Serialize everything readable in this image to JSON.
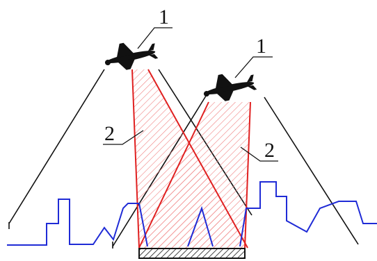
{
  "figure": {
    "labels": {
      "uav_1": "1",
      "uav_2": "1",
      "beam_1": "2",
      "beam_2": "2"
    },
    "colors": {
      "background": "#ffffff",
      "terrain": "#1f2bd6",
      "beam": "#e02020",
      "hatch": "#f08080",
      "boundary": "#111111",
      "target_bar": "#111111"
    },
    "icons": {
      "aircraft": "uav-drone-icon",
      "target": "hatched-strip-target"
    }
  }
}
